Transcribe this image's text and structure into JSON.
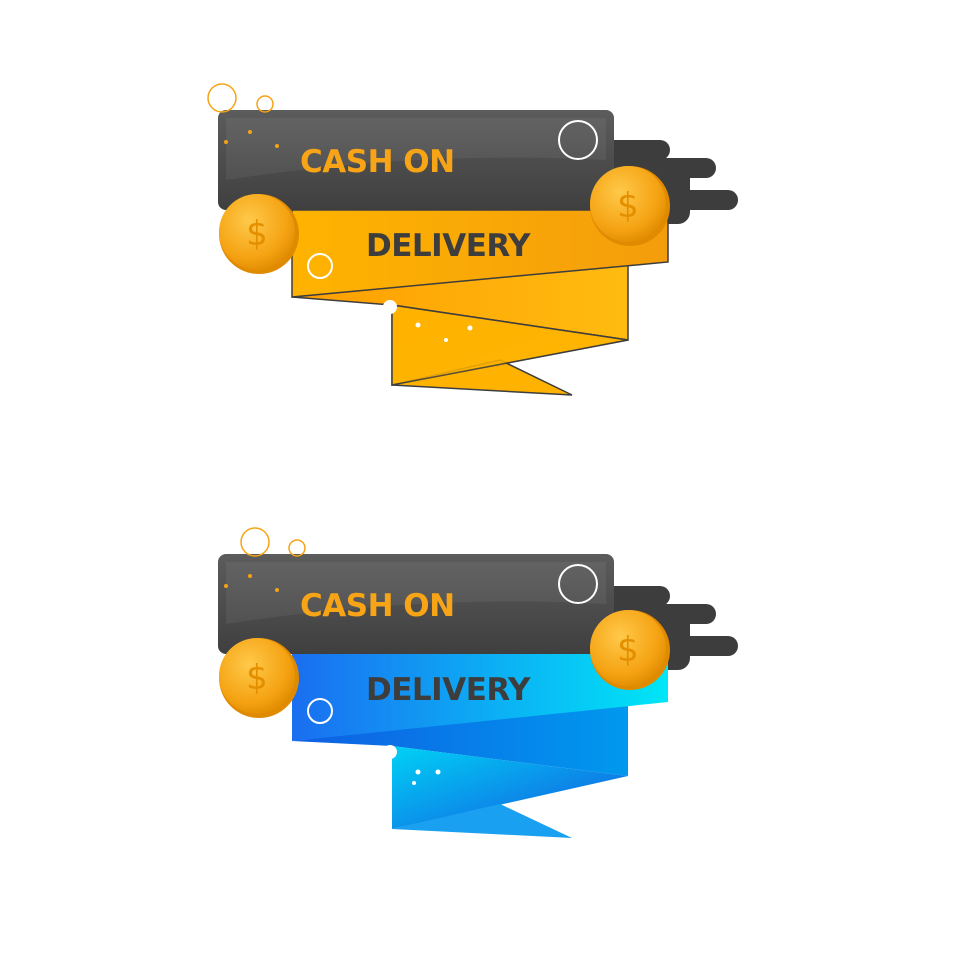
{
  "badges": [
    {
      "variant": "orange",
      "line1": "CASH ON",
      "line2": "DELIVERY",
      "coin_symbol": "$",
      "colors": {
        "bar": "#4a4a4a",
        "ribbon_light": "#ffb800",
        "ribbon_dark": "#f39c12",
        "ribbon_shadow": "#e08a00",
        "line1_text": "#f7a416",
        "line2_text": "#3d3d3d"
      }
    },
    {
      "variant": "blue",
      "line1": "CASH ON",
      "line2": "DELIVERY",
      "coin_symbol": "$",
      "colors": {
        "bar": "#4a4a4a",
        "ribbon_light": "#00e5f5",
        "ribbon_dark": "#1565e8",
        "ribbon_shadow": "#0a5ad6",
        "line1_text": "#f7a416",
        "line2_text": "#3d3d3d"
      }
    }
  ]
}
